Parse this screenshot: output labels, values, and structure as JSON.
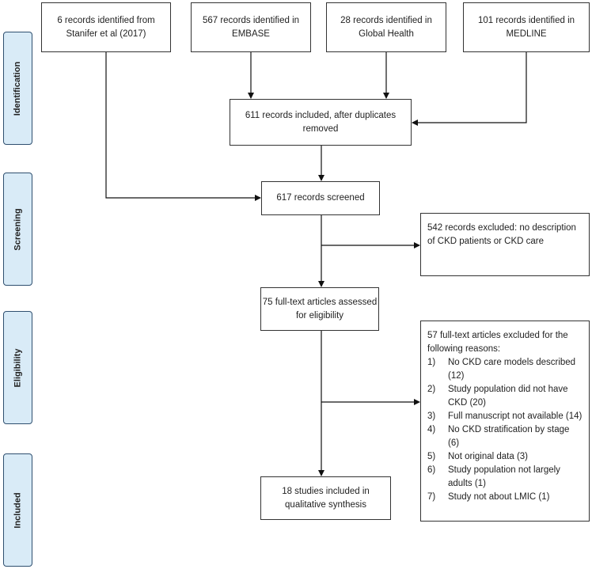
{
  "stages": {
    "identification": "Identification",
    "screening": "Screening",
    "eligibility": "Eligibility",
    "included": "Included"
  },
  "sources": {
    "stanifer": "6 records identified from Stanifer et al (2017)",
    "embase": "567 records identified in EMBASE",
    "global_health": "28 records identified in Global Health",
    "medline": "101 records identified in MEDLINE"
  },
  "after_duplicates": "611 records included, after duplicates removed",
  "screened": "617 records screened",
  "excluded_screening": "542 records excluded: no description of CKD patients or CKD care",
  "full_text": "75 full-text articles assessed for eligibility",
  "excluded_fulltext": {
    "heading": "57 full-text articles excluded for the following reasons:",
    "reasons": [
      {
        "num": "1)",
        "text": "No CKD care models described (12)"
      },
      {
        "num": "2)",
        "text": "Study population did not have CKD (20)"
      },
      {
        "num": "3)",
        "text": "Full manuscript not available (14)"
      },
      {
        "num": "4)",
        "text": "No CKD stratification by stage (6)"
      },
      {
        "num": "5)",
        "text": "Not original data (3)"
      },
      {
        "num": "6)",
        "text": "Study population not largely adults (1)"
      },
      {
        "num": "7)",
        "text": "Study not about LMIC (1)"
      }
    ]
  },
  "included_studies": "18 studies included in qualitative synthesis"
}
